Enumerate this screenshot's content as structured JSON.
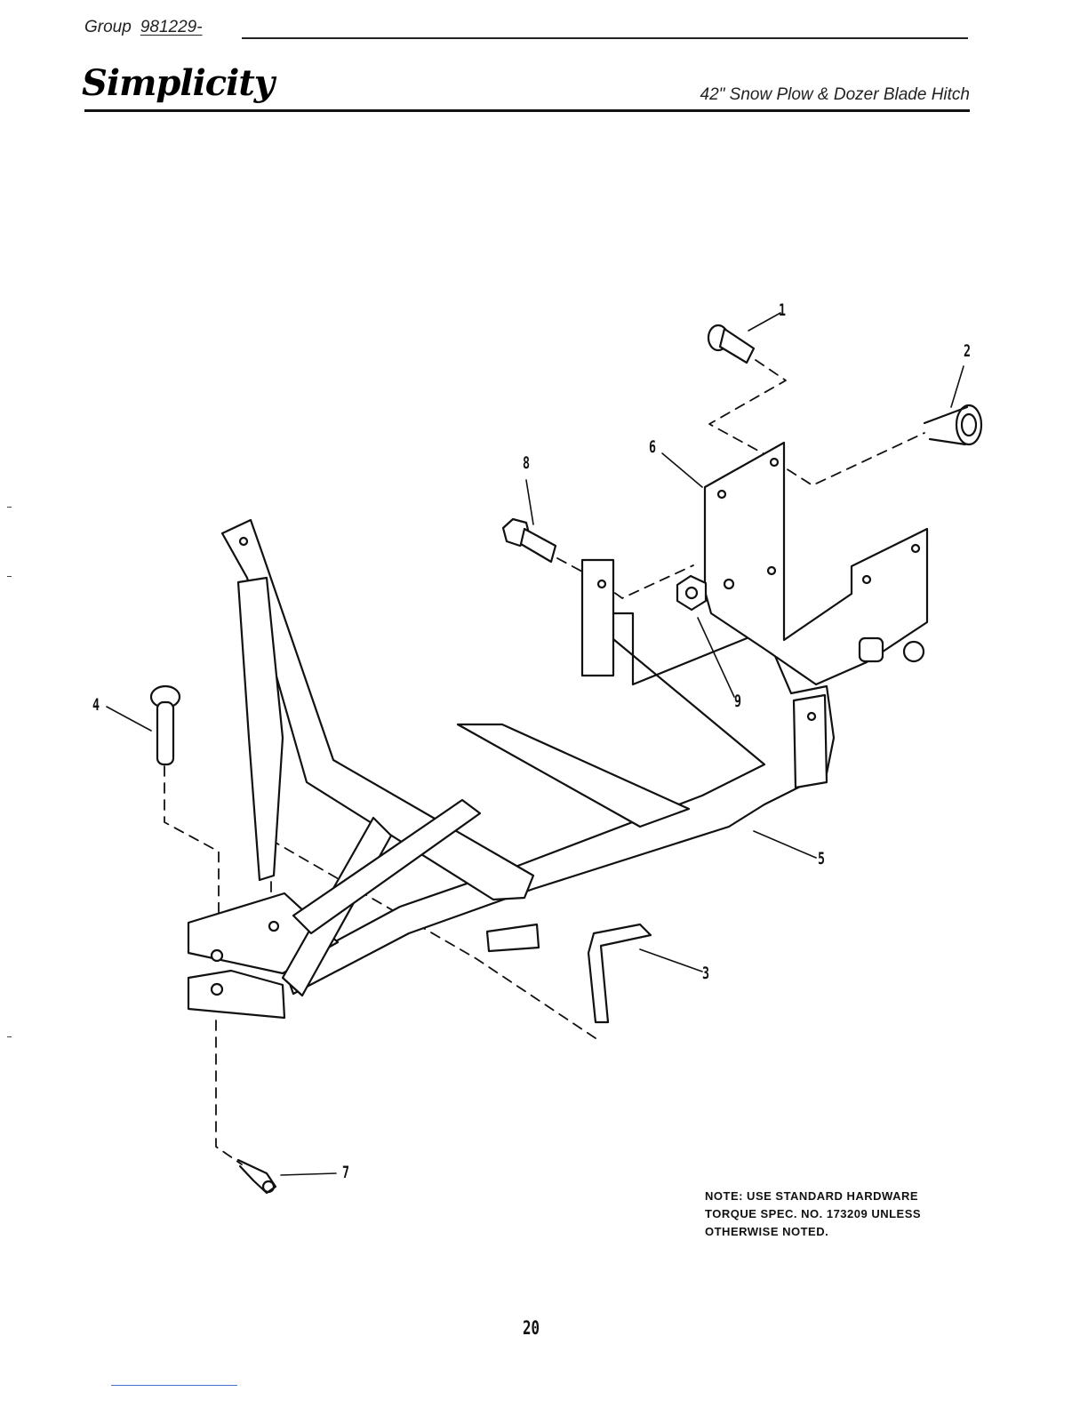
{
  "header": {
    "group_label": "Group",
    "group_number": "981229-",
    "brand": "Simplicity",
    "title": "42\" Snow Plow & Dozer Blade Hitch"
  },
  "callouts": [
    {
      "id": "1",
      "label": "1"
    },
    {
      "id": "2",
      "label": "2"
    },
    {
      "id": "3",
      "label": "3"
    },
    {
      "id": "4",
      "label": "4"
    },
    {
      "id": "5",
      "label": "5"
    },
    {
      "id": "6",
      "label": "6"
    },
    {
      "id": "7",
      "label": "7"
    },
    {
      "id": "8",
      "label": "8"
    },
    {
      "id": "9",
      "label": "9"
    }
  ],
  "note": {
    "line1": "NOTE: USE STANDARD HARDWARE",
    "line2": "TORQUE SPEC. NO. 173209 UNLESS",
    "line3": "OTHERWISE NOTED."
  },
  "footer": {
    "page_number": "20"
  }
}
